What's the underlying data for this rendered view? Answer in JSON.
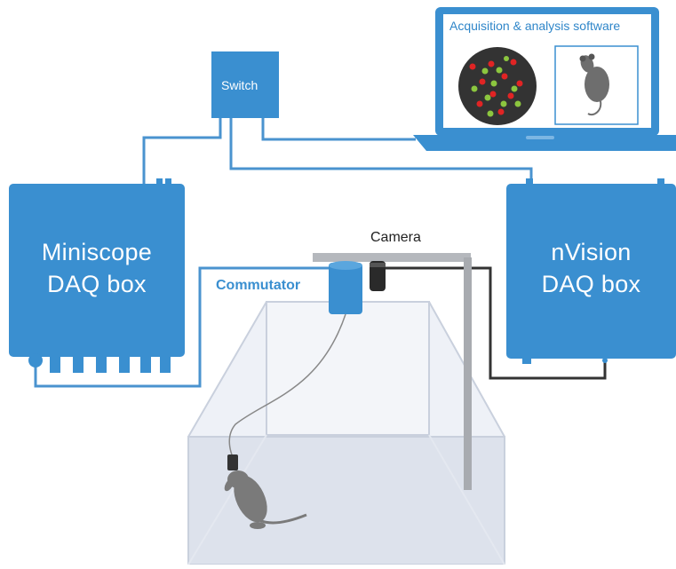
{
  "switch": {
    "label": "Switch"
  },
  "laptop": {
    "screen_title": "Acquisition & analysis software"
  },
  "miniscope_box": {
    "line1": "Miniscope",
    "line2": "DAQ box"
  },
  "nvision_box": {
    "line1": "nVision",
    "line2": "DAQ box"
  },
  "camera": {
    "label": "Camera"
  },
  "commutator": {
    "label": "Commutator"
  },
  "colors": {
    "device_blue": "#3a8fd0",
    "cable_blue": "#4a93cf",
    "camera_cable": "#333333",
    "arena_wall": "#d6dce8",
    "mouse": "#7a7a7a",
    "cell_red": "#e02424",
    "cell_green": "#8cc63f"
  },
  "icons": [
    "mouse-icon",
    "cells-image",
    "camera-icon",
    "commutator-icon"
  ]
}
